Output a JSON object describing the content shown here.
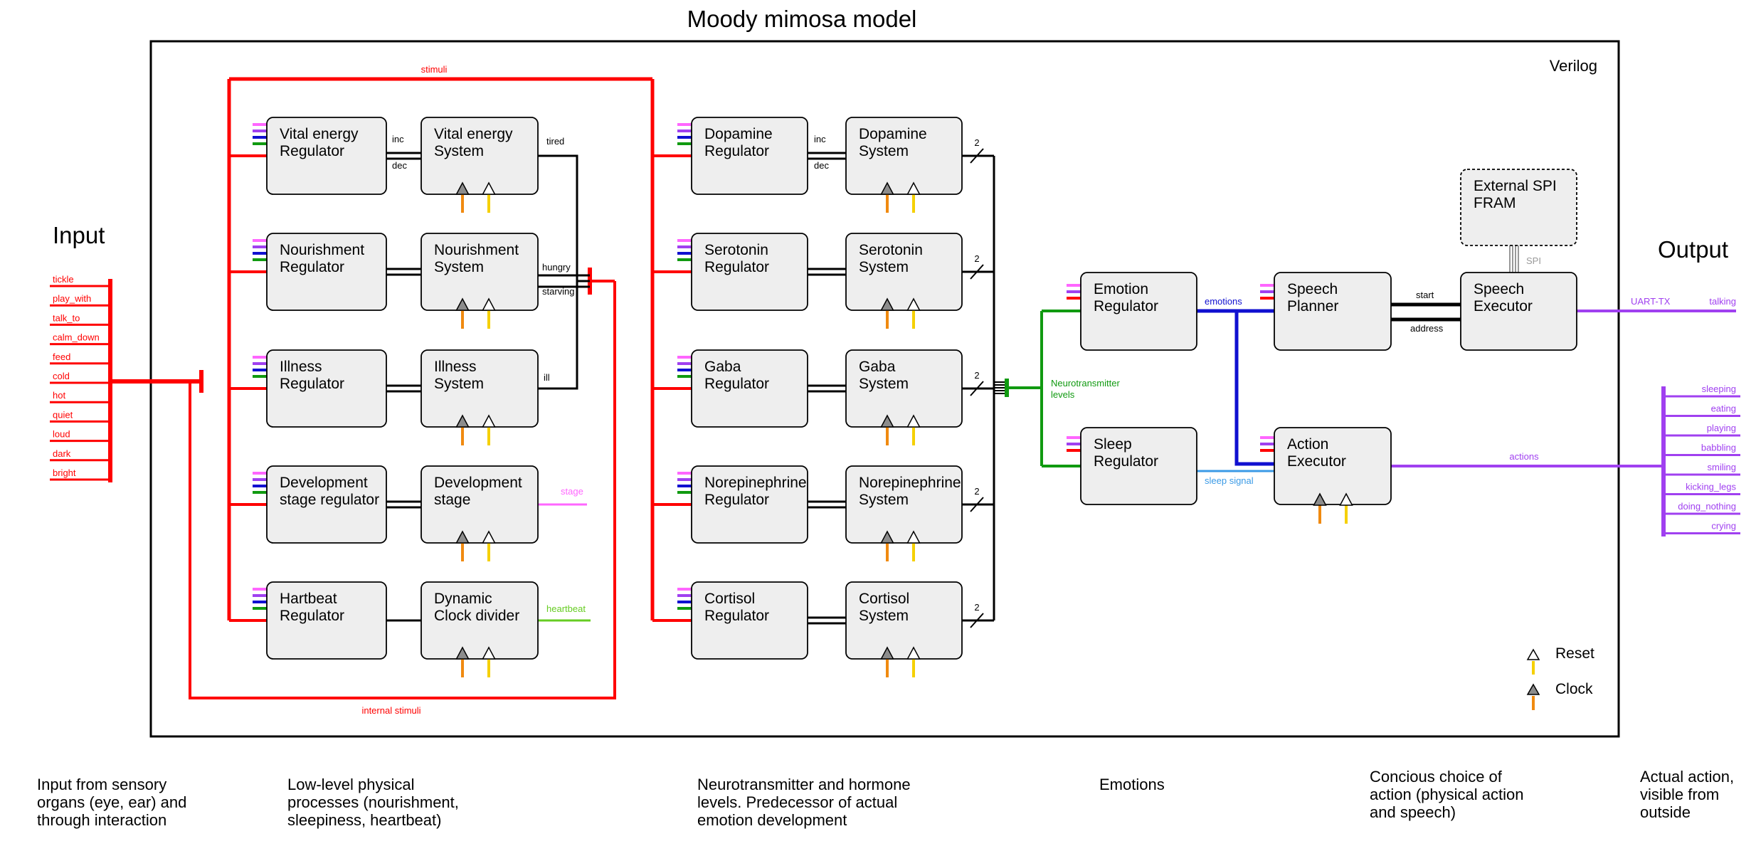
{
  "title": "Moody mimosa model",
  "frame_label": "Verilog",
  "input_title": "Input",
  "output_title": "Output",
  "inputs": [
    "tickle",
    "play_with",
    "talk_to",
    "calm_down",
    "feed",
    "cold",
    "hot",
    "quiet",
    "loud",
    "dark",
    "bright"
  ],
  "outputs": [
    "sleeping",
    "eating",
    "playing",
    "babbling",
    "smiling",
    "kicking_legs",
    "doing_nothing",
    "crying"
  ],
  "regulators": [
    {
      "id": "vital-energy-regulator",
      "lines": [
        "Vital energy",
        "Regulator"
      ]
    },
    {
      "id": "nourishment-regulator",
      "lines": [
        "Nourishment",
        "Regulator"
      ]
    },
    {
      "id": "illness-regulator",
      "lines": [
        "Illness",
        "Regulator"
      ]
    },
    {
      "id": "development-stage-regulator",
      "lines": [
        "Development",
        "stage regulator"
      ]
    },
    {
      "id": "hartbeat-regulator",
      "lines": [
        "Hartbeat",
        "Regulator"
      ]
    }
  ],
  "systems": [
    {
      "id": "vital-energy-system",
      "lines": [
        "Vital energy",
        "System"
      ]
    },
    {
      "id": "nourishment-system",
      "lines": [
        "Nourishment",
        "System"
      ]
    },
    {
      "id": "illness-system",
      "lines": [
        "Illness",
        "System"
      ]
    },
    {
      "id": "development-stage",
      "lines": [
        "Development",
        "stage"
      ]
    },
    {
      "id": "dynamic-clock-divider",
      "lines": [
        "Dynamic",
        "Clock divider"
      ]
    }
  ],
  "nt_regulators": [
    {
      "id": "dopamine-regulator",
      "lines": [
        "Dopamine",
        "Regulator"
      ]
    },
    {
      "id": "serotonin-regulator",
      "lines": [
        "Serotonin",
        "Regulator"
      ]
    },
    {
      "id": "gaba-regulator",
      "lines": [
        "Gaba",
        "Regulator"
      ]
    },
    {
      "id": "norepinephrine-regulator",
      "lines": [
        "Norepinephrine",
        "Regulator"
      ]
    },
    {
      "id": "cortisol-regulator",
      "lines": [
        "Cortisol",
        "Regulator"
      ]
    }
  ],
  "nt_systems": [
    {
      "id": "dopamine-system",
      "lines": [
        "Dopamine",
        "System"
      ]
    },
    {
      "id": "serotonin-system",
      "lines": [
        "Serotonin",
        "System"
      ]
    },
    {
      "id": "gaba-system",
      "lines": [
        "Gaba",
        "System"
      ]
    },
    {
      "id": "norepinephrine-system",
      "lines": [
        "Norepinephrine",
        "System"
      ]
    },
    {
      "id": "cortisol-system",
      "lines": [
        "Cortisol",
        "System"
      ]
    }
  ],
  "blocks": {
    "emotion_regulator": [
      "Emotion",
      "Regulator"
    ],
    "sleep_regulator": [
      "Sleep",
      "Regulator"
    ],
    "speech_planner": [
      "Speech",
      "Planner"
    ],
    "speech_executor": [
      "Speech",
      "Executor"
    ],
    "action_executor": [
      "Action",
      "Executor"
    ],
    "external_fram": [
      "External SPI",
      "FRAM"
    ]
  },
  "signals": {
    "stimuli": "stimuli",
    "internal_stimuli": "internal stimuli",
    "inc": "inc",
    "dec": "dec",
    "tired": "tired",
    "hungry": "hungry",
    "starving": "starving",
    "ill": "ill",
    "stage": "stage",
    "heartbeat": "heartbeat",
    "bus_width": "2",
    "neurotransmitter_levels": [
      "Neurotransmitter",
      "levels"
    ],
    "emotions": "emotions",
    "sleep_signal": "sleep signal",
    "start": "start",
    "address": "address",
    "spi": "SPI",
    "uart_tx": "UART-TX",
    "talking": "talking",
    "actions": "actions"
  },
  "legend": {
    "reset": "Reset",
    "clock": "Clock"
  },
  "captions": {
    "input": [
      "Input from sensory",
      "organs (eye, ear) and",
      "through interaction"
    ],
    "physical": [
      "Low-level physical",
      "processes (nourishment,",
      "sleepiness, heartbeat)"
    ],
    "neuro": [
      "Neurotransmitter and hormone",
      "levels. Predecessor of actual",
      "emotion development"
    ],
    "emotions": [
      "Emotions"
    ],
    "choice": [
      "Concious choice of",
      "action (physical action",
      "and speech)"
    ],
    "action": [
      "Actual action,",
      "visible from",
      "outside"
    ]
  },
  "colors": {
    "stimuli": "#ff0000",
    "bus": "#000000",
    "neurotransmitter": "#109a10",
    "emotions": "#1010d0",
    "sleep_signal": "#3a9ae6",
    "output": "#a040f0",
    "stage": "#ff66ff",
    "heartbeat": "#66cc22",
    "spi": "#999999",
    "block_fill": "#eeeeee",
    "clock_arrow": "#f08a10",
    "reset_arrow": "#f5d000",
    "clock_triangle": "#8c8c8c"
  }
}
